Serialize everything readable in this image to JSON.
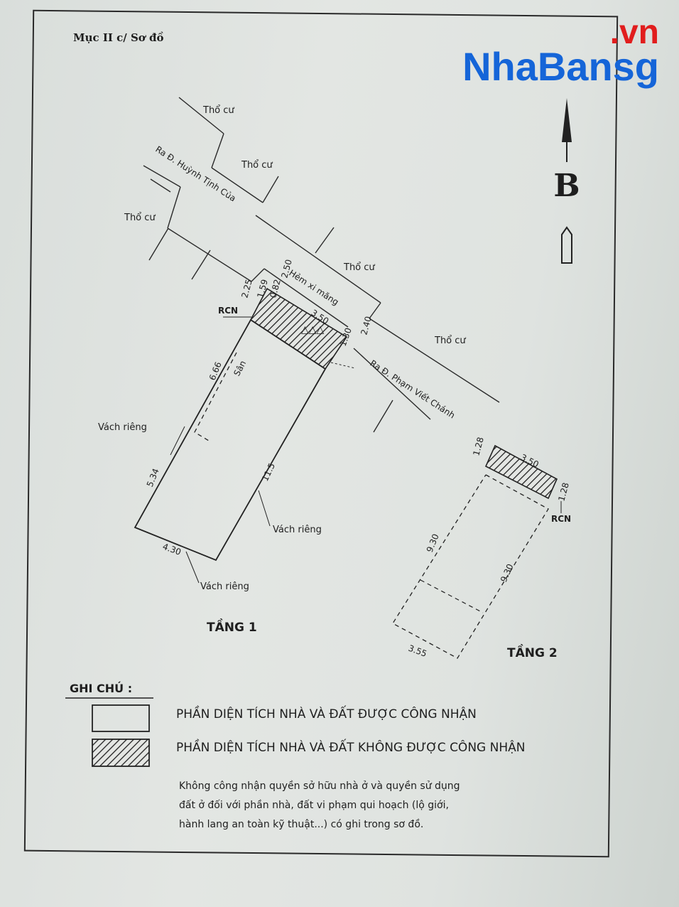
{
  "header": {
    "section_title": "Mục II c/ Sơ đồ"
  },
  "watermark": {
    "suffix": ".vn",
    "brand": "NhaBansg"
  },
  "north": {
    "label": "B"
  },
  "map_labels": {
    "tho_cu": "Thổ cư",
    "street_1": "Ra Đ. Huỳnh Tịnh Của",
    "street_2": "Ra Đ. Phạm Viết Chánh",
    "alley": "Hẻm xi măng",
    "rcn": "RCN",
    "san": "Sân",
    "vach_rieng": "Vách riêng"
  },
  "floor1": {
    "title": "TẦNG 1",
    "dims": {
      "d225": "2.25",
      "d250": "2.50",
      "d159": "1.59",
      "d082": "0.82",
      "d350": "3.50",
      "d240": "2.40",
      "d130": "1.30",
      "d666": "6.66",
      "d534": "5.34",
      "d115": "11.5",
      "d430": "4.30"
    }
  },
  "floor2": {
    "title": "TẦNG 2",
    "dims": {
      "d128a": "1.28",
      "d350": "3.50",
      "d128b": "1.28",
      "d930a": "9.30",
      "d930b": "9.30",
      "d355": "3.55"
    }
  },
  "legend": {
    "title": "GHI CHÚ :",
    "recognized": "PHẦN DIỆN TÍCH NHÀ VÀ ĐẤT ĐƯỢC CÔNG NHẬN",
    "not_recognized": "PHẦN DIỆN TÍCH NHÀ VÀ ĐẤT KHÔNG ĐƯỢC CÔNG NHẬN",
    "note_line1": "Không công nhận quyền sở hữu nhà ở và quyền sử dụng",
    "note_line2": "đất ở đối với phần nhà, đất vi phạm qui hoạch (lộ giới,",
    "note_line3": "hành lang an toàn kỹ thuật...) có ghi trong sơ đồ."
  },
  "colors": {
    "ink": "#1e1e1e",
    "watermark_red": "#e11d1d",
    "watermark_blue": "#1565d8"
  }
}
